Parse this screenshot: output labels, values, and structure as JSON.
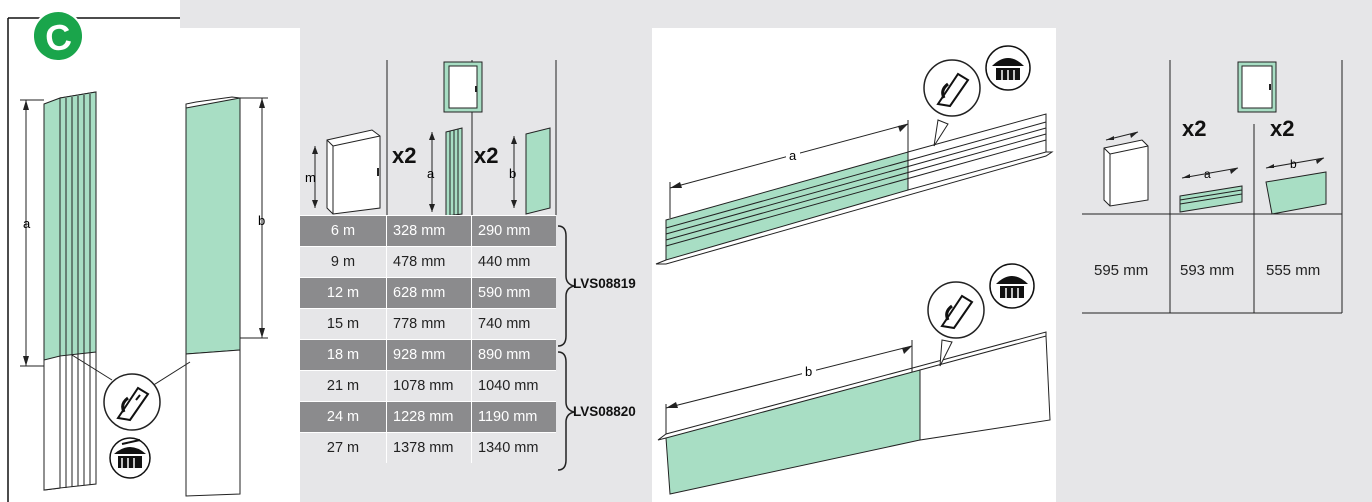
{
  "badge": {
    "letter": "C",
    "color": "#1aa54b"
  },
  "panel1": {
    "label_a": "a",
    "label_b": "b"
  },
  "table": {
    "header": {
      "x2_a": "x2",
      "x2_b": "x2",
      "label_m": "m",
      "label_a": "a",
      "label_b": "b"
    },
    "rows": [
      {
        "length": "6 m",
        "a": "328 mm",
        "b": "290 mm"
      },
      {
        "length": "9 m",
        "a": "478 mm",
        "b": "440 mm"
      },
      {
        "length": "12 m",
        "a": "628 mm",
        "b": "590 mm"
      },
      {
        "length": "15 m",
        "a": "778 mm",
        "b": "740 mm"
      },
      {
        "length": "18 m",
        "a": "928 mm",
        "b": "890 mm"
      },
      {
        "length": "21 m",
        "a": "1078 mm",
        "b": "1040 mm"
      },
      {
        "length": "24 m",
        "a": "1228 mm",
        "b": "1190 mm"
      },
      {
        "length": "27 m",
        "a": "1378  mm",
        "b": "1340 mm"
      }
    ],
    "refs": [
      "LVS08819",
      "LVS08820"
    ]
  },
  "panel3": {
    "label_a": "a",
    "label_b": "b"
  },
  "panel4": {
    "x2_a": "x2",
    "x2_b": "x2",
    "label_a": "a",
    "label_b": "b",
    "values": [
      "595 mm",
      "593 mm",
      "555 mm"
    ]
  },
  "colors": {
    "green": "#a8dec4",
    "panel_gray": "#e6e6e8",
    "row_dark": "#8b8b8d"
  }
}
